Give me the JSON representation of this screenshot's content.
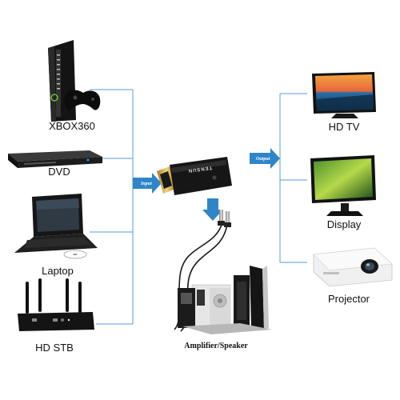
{
  "sources": [
    {
      "id": "xbox",
      "label": "XBOX360",
      "icon": "game-console-icon"
    },
    {
      "id": "dvd",
      "label": "DVD",
      "icon": "dvd-player-icon"
    },
    {
      "id": "laptop",
      "label": "Laptop",
      "icon": "laptop-icon"
    },
    {
      "id": "stb",
      "label": "HD STB",
      "icon": "router-icon"
    }
  ],
  "outputs": [
    {
      "id": "tv",
      "label": "HD TV",
      "icon": "tv-icon"
    },
    {
      "id": "display",
      "label": "Display",
      "icon": "monitor-icon"
    },
    {
      "id": "projector",
      "label": "Projector",
      "icon": "projector-icon"
    }
  ],
  "audio": {
    "label": "Amplifier/Speaker",
    "icon": "speaker-system-icon"
  },
  "arrows": {
    "input": "Input",
    "output": "Output"
  },
  "adapter": {
    "brand": "TENSUN",
    "icon": "hdmi-adapter-icon"
  },
  "colors": {
    "line": "#5b9bd5",
    "arrow": "#2e86c8",
    "device": "#1a1a1a"
  }
}
